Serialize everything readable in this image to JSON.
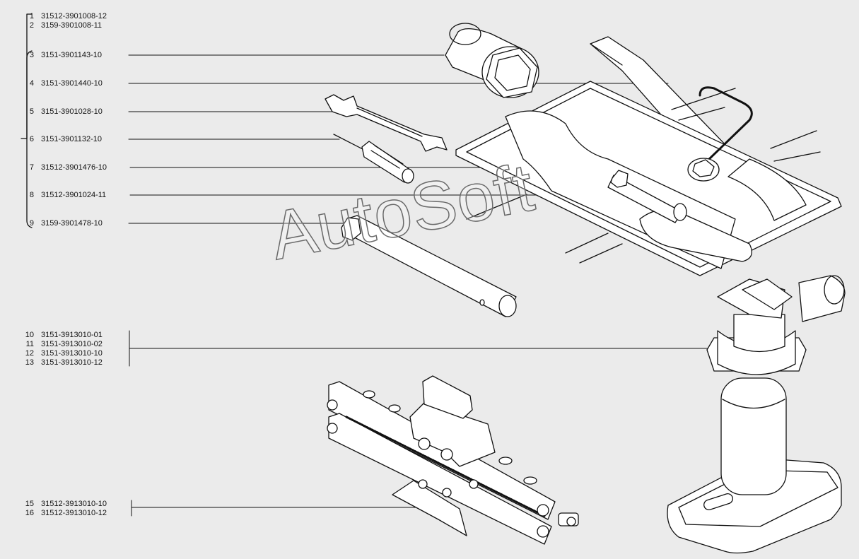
{
  "watermark": "AutoSoft",
  "parts": [
    {
      "num": "1",
      "code": "31512-3901008-12"
    },
    {
      "num": "2",
      "code": "3159-3901008-11"
    },
    {
      "num": "3",
      "code": "3151-3901143-10"
    },
    {
      "num": "4",
      "code": "3151-3901440-10"
    },
    {
      "num": "5",
      "code": "3151-3901028-10"
    },
    {
      "num": "6",
      "code": "3151-3901132-10"
    },
    {
      "num": "7",
      "code": "31512-3901476-10"
    },
    {
      "num": "8",
      "code": "31512-3901024-11"
    },
    {
      "num": "9",
      "code": "3159-3901478-10"
    },
    {
      "num": "10",
      "code": "3151-3913010-01"
    },
    {
      "num": "11",
      "code": "3151-3913010-02"
    },
    {
      "num": "12",
      "code": "3151-3913010-10"
    },
    {
      "num": "13",
      "code": "3151-3913010-12"
    },
    {
      "num": "15",
      "code": "31512-3913010-10"
    },
    {
      "num": "16",
      "code": "31512-3913010-12"
    }
  ],
  "colors": {
    "background": "#ebebeb",
    "line": "#111111",
    "fill": "#ffffff"
  }
}
